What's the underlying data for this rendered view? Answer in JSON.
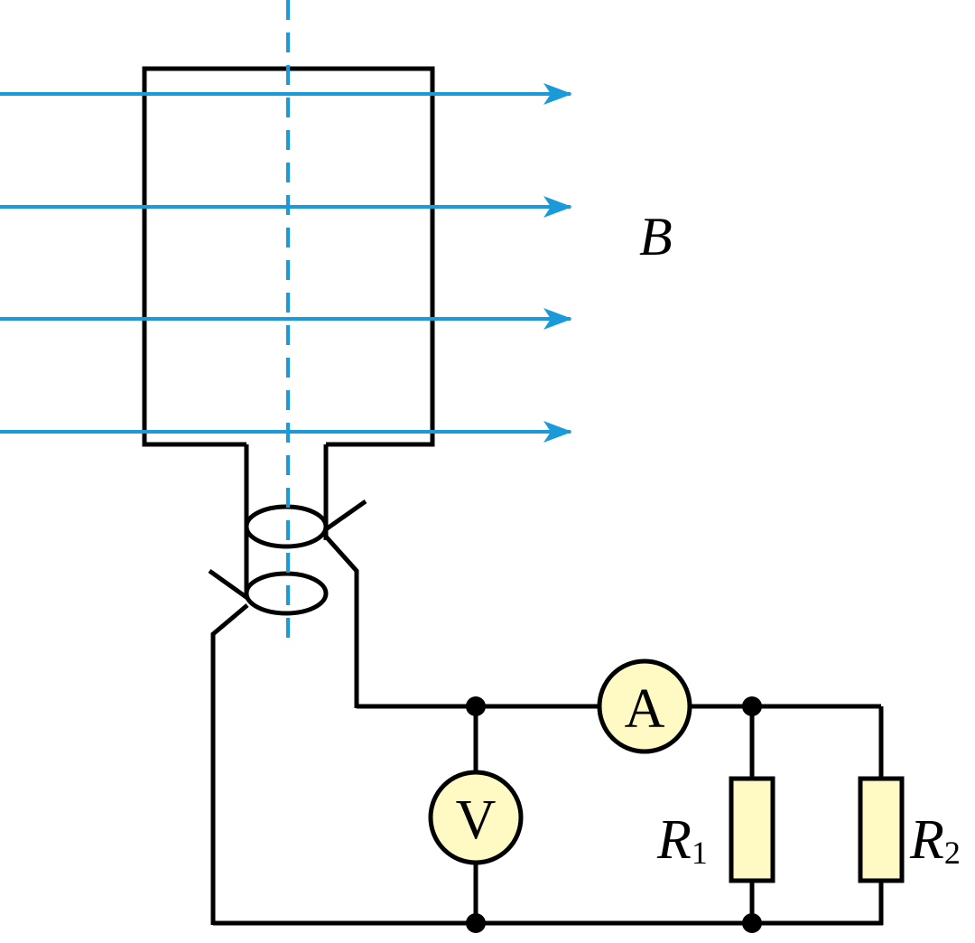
{
  "colors": {
    "field": "#1b9ad9",
    "wire": "#000000",
    "meter_fill": "#fff9c4",
    "resistor_fill": "#fff9c4",
    "background": "#ffffff"
  },
  "labels": {
    "field": "B",
    "ammeter": "A",
    "voltmeter": "V",
    "r1_main": "R",
    "r1_sub": "1",
    "r2_main": "R",
    "r2_sub": "2"
  },
  "icons": {
    "ammeter": "ammeter-icon",
    "voltmeter": "voltmeter-icon",
    "resistor": "resistor-icon",
    "slip-ring": "slip-ring-icon",
    "brush": "brush-icon",
    "field-arrow": "arrow-right-icon"
  }
}
